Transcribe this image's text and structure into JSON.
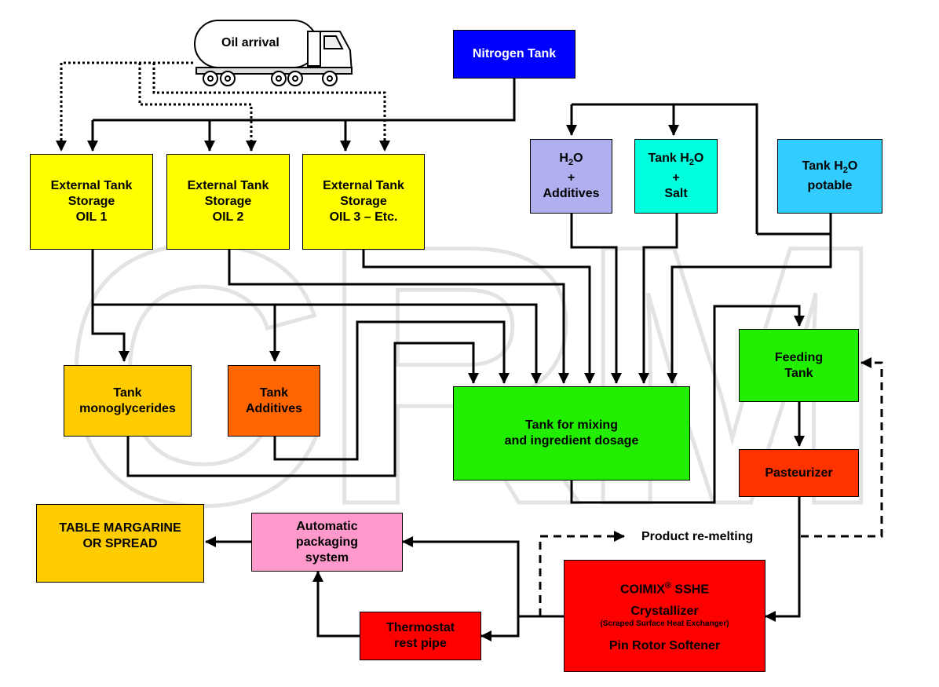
{
  "colors": {
    "nitrogen": "#0000ff",
    "oil_tank": "#ffff00",
    "h2o_additives": "#b0b0f0",
    "h2o_salt": "#00ffdd",
    "h2o_potable": "#33ccff",
    "feeding": "#22ee00",
    "mixing": "#22ee00",
    "monoglycerides": "#ffcc00",
    "additives": "#ff6600",
    "pasteurizer": "#ff3300",
    "coimix": "#ff0000",
    "thermostat": "#ff0000",
    "packaging": "#ff99cc",
    "margarine": "#ffcc00",
    "watermark": "#e6e6e6"
  },
  "truck": {
    "label": "Oil arrival",
    "icon": "tanker-truck-icon"
  },
  "nitrogen": {
    "label": "Nitrogen Tank"
  },
  "oil1": {
    "l1": "External Tank",
    "l2": "Storage",
    "l3": "OIL 1"
  },
  "oil2": {
    "l1": "External Tank",
    "l2": "Storage",
    "l3": "OIL 2"
  },
  "oil3": {
    "l1": "External Tank",
    "l2": "Storage",
    "l3": "OIL 3 – Etc."
  },
  "h2o_add": {
    "h": "H",
    "sub": "2",
    "o": "O",
    "plus": "+",
    "l3": "Additives"
  },
  "h2o_salt": {
    "pre": "Tank H",
    "sub": "2",
    "o": "O",
    "plus": "+",
    "l3": "Salt"
  },
  "h2o_pot": {
    "pre": "Tank H",
    "sub": "2",
    "o": "O",
    "l2": "potable"
  },
  "mono": {
    "l1": "Tank",
    "l2": "monoglycerides"
  },
  "tadd": {
    "l1": "Tank",
    "l2": "Additives"
  },
  "mixing": {
    "l1": "Tank for mixing",
    "l2": "and ingredient dosage"
  },
  "feeding": {
    "l1": "Feeding",
    "l2": "Tank"
  },
  "pasteurizer": {
    "label": "Pasteurizer"
  },
  "remelt": {
    "label": "Product re-melting"
  },
  "coimix": {
    "brand": "COIMIX",
    "reg": "®",
    "suffix": " SSHE",
    "l2": "Crystallizer",
    "l3": "(Scraped Surface Heat Exchanger)",
    "l4": "Pin Rotor Softener"
  },
  "thermostat": {
    "l1": "Thermostat",
    "l2": "rest pipe"
  },
  "packaging": {
    "l1": "Automatic",
    "l2": "packaging",
    "l3": "system"
  },
  "margarine": {
    "l1": "TABLE MARGARINE",
    "l2": "OR SPREAD"
  },
  "watermark": {
    "text": "CRM"
  }
}
